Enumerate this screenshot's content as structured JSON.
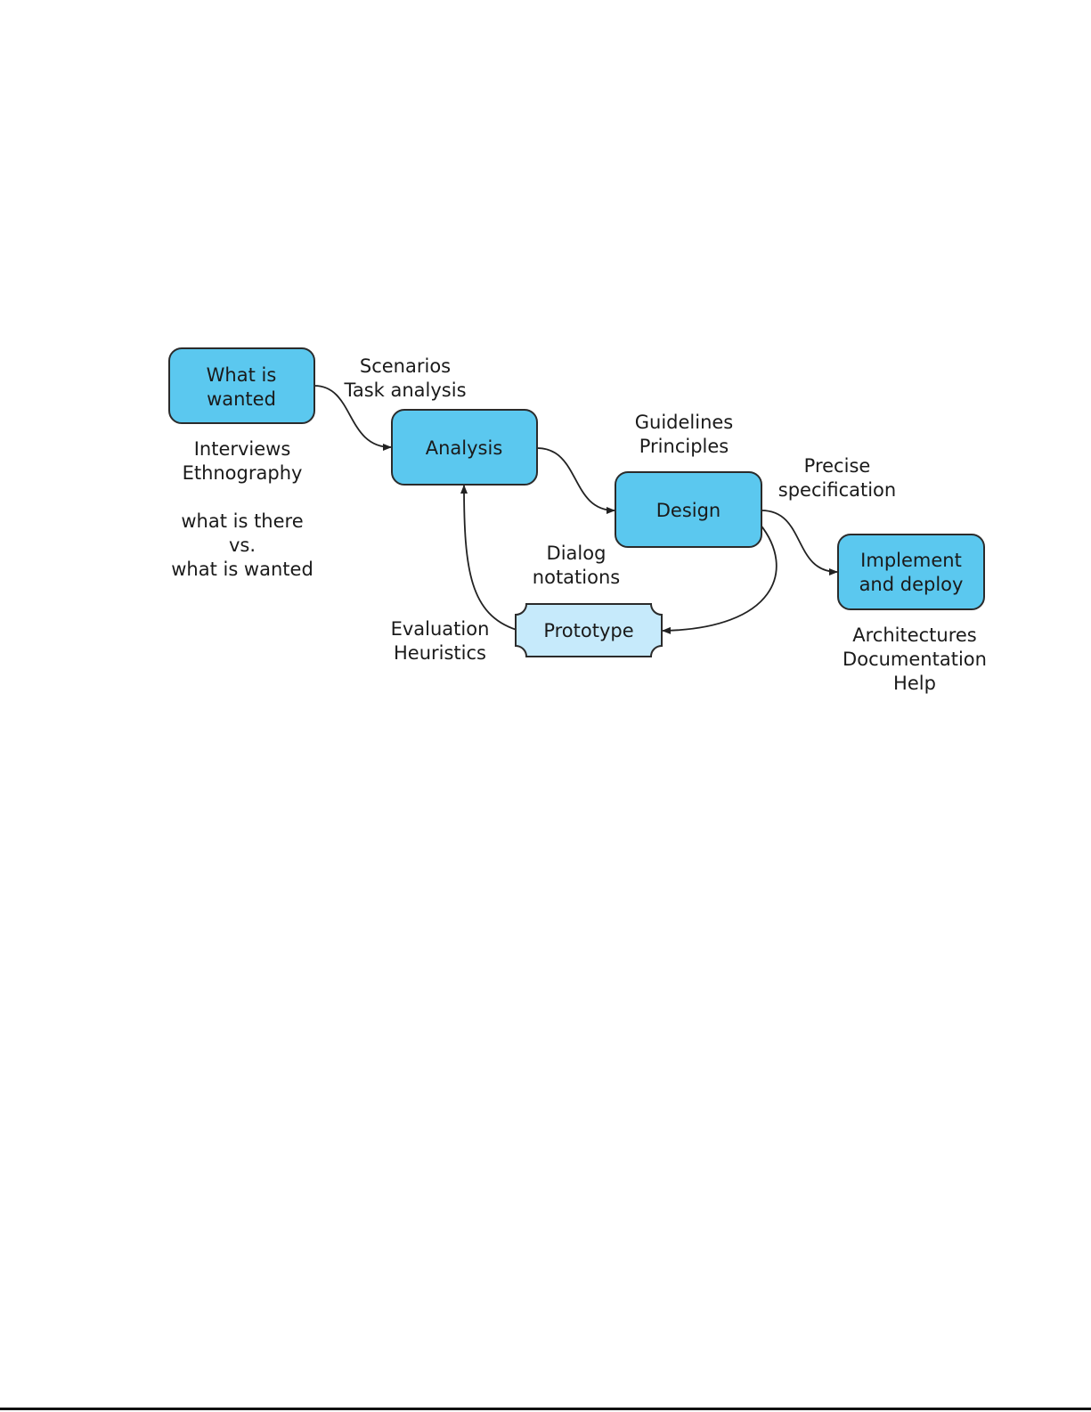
{
  "colors": {
    "box_fill": "#5bc8ef",
    "prototype_fill": "#c6eafb",
    "stroke": "#2b2b2b"
  },
  "nodes": {
    "wanted": [
      "What is",
      "wanted"
    ],
    "analysis": "Analysis",
    "design": "Design",
    "implement": [
      "Implement",
      "and deploy"
    ],
    "prototype": "Prototype"
  },
  "labels": {
    "scenarios": [
      "Scenarios",
      "Task analysis"
    ],
    "interviews": [
      "Interviews",
      "Ethnography"
    ],
    "there_vs_wanted": [
      "what is there",
      "vs.",
      "what is wanted"
    ],
    "guidelines": [
      "Guidelines",
      "Principles"
    ],
    "precise": [
      "Precise",
      "specification"
    ],
    "dialog": [
      "Dialog",
      "notations"
    ],
    "evaluation": [
      "Evaluation",
      "Heuristics"
    ],
    "architectures": [
      "Architectures",
      "Documentation",
      "Help"
    ]
  }
}
